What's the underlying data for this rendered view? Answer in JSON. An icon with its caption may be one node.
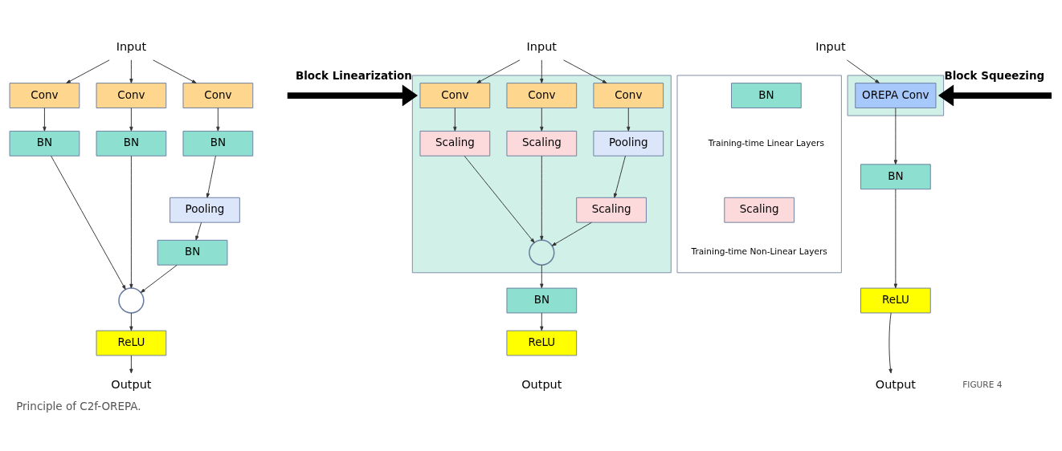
{
  "diagram": {
    "caption": "Principle of C2f-OREPA.",
    "nodes": [
      {
        "text": [
          "Input"
        ]
      },
      {
        "text": [
          "Conv"
        ]
      },
      {
        "text": [
          "Conv"
        ]
      },
      {
        "text": [
          "Conv"
        ]
      },
      {
        "text": [
          "BN"
        ]
      },
      {
        "text": [
          "BN"
        ]
      },
      {
        "text": [
          "BN"
        ]
      },
      {
        "text": [
          "Pooling"
        ]
      },
      {
        "text": [
          "BN"
        ]
      },
      {
        "text": [],
        "shape": "circle"
      },
      {
        "text": [
          "ReLU"
        ]
      },
      {
        "text": [
          "Output"
        ]
      },
      {
        "text": [
          "Input"
        ]
      },
      {
        "text": [],
        "shape": "box"
      },
      {
        "text": [
          "Conv"
        ],
        "in": 13
      },
      {
        "text": [
          "Conv"
        ],
        "in": 13
      },
      {
        "text": [
          "Conv"
        ],
        "in": 13
      },
      {
        "text": [
          "Scaling"
        ],
        "in": 13
      },
      {
        "text": [
          "Scaling"
        ],
        "in": 13
      },
      {
        "text": [
          "Pooling"
        ],
        "in": 13
      },
      {
        "text": [
          "Scaling"
        ],
        "in": 13
      },
      {
        "text": [],
        "shape": "circle",
        "in": 13
      },
      {
        "text": [
          "BN"
        ]
      },
      {
        "text": [
          "ReLU"
        ]
      },
      {
        "text": [
          "Output"
        ]
      },
      {
        "text": [
          "Input"
        ]
      },
      {
        "text": [],
        "shape": "box"
      },
      {
        "text": [
          "OREPA Conv"
        ],
        "in": 26
      },
      {
        "text": [
          "BN"
        ]
      },
      {
        "text": [
          "ReLU"
        ]
      },
      {
        "text": [
          "Output"
        ]
      },
      {
        "text": [],
        "shape": "box"
      },
      {
        "text": [
          "BN"
        ],
        "in": 31,
        "beside": [
          "Training-time Linear Layers"
        ]
      },
      {
        "text": [
          "Scaling"
        ],
        "in": 31,
        "beside": [
          "Training-time Non-Linear Layers"
        ]
      }
    ],
    "edges": [
      {
        "from": 0,
        "to": 1,
        "arrow": "to"
      },
      {
        "from": 0,
        "to": 2,
        "arrow": "to"
      },
      {
        "from": 0,
        "to": 3,
        "arrow": "to"
      },
      {
        "from": 1,
        "to": 4,
        "arrow": "to"
      },
      {
        "from": 2,
        "to": 5,
        "arrow": "to"
      },
      {
        "from": 3,
        "to": 6,
        "arrow": "to"
      },
      {
        "from": 6,
        "to": 7,
        "arrow": "to"
      },
      {
        "from": 7,
        "to": 8,
        "arrow": "to"
      },
      {
        "from": 4,
        "to": 9,
        "arrow": "to"
      },
      {
        "from": 5,
        "to": 9,
        "arrow": "to"
      },
      {
        "from": 8,
        "to": 9,
        "arrow": "to"
      },
      {
        "from": 9,
        "to": 10,
        "arrow": "to"
      },
      {
        "from": 10,
        "to": 11,
        "arrow": "to"
      },
      {
        "from": null,
        "to": 13,
        "arrow": "to",
        "label": "Block Linearization",
        "style": "thick"
      },
      {
        "from": 12,
        "to": 14,
        "arrow": "to"
      },
      {
        "from": 12,
        "to": 15,
        "arrow": "to"
      },
      {
        "from": 12,
        "to": 16,
        "arrow": "to"
      },
      {
        "from": 14,
        "to": 17,
        "arrow": "to"
      },
      {
        "from": 15,
        "to": 18,
        "arrow": "to"
      },
      {
        "from": 16,
        "to": 19,
        "arrow": "to"
      },
      {
        "from": 19,
        "to": 20,
        "arrow": "to"
      },
      {
        "from": 17,
        "to": 21,
        "arrow": "to"
      },
      {
        "from": 18,
        "to": 21,
        "arrow": "to"
      },
      {
        "from": 20,
        "to": 21,
        "arrow": "to"
      },
      {
        "from": 21,
        "to": 22,
        "arrow": "to"
      },
      {
        "from": 22,
        "to": 23,
        "arrow": "to"
      },
      {
        "from": null,
        "to": 26,
        "arrow": "to",
        "label": "Block Squeezing",
        "style": "thick"
      },
      {
        "from": 25,
        "to": 27,
        "arrow": "to"
      },
      {
        "from": 27,
        "to": 28,
        "arrow": "to"
      },
      {
        "from": 28,
        "to": 29,
        "arrow": "to"
      },
      {
        "from": 29,
        "to": 30,
        "arrow": "to"
      }
    ],
    "labels": [
      "FIGURE 4"
    ]
  }
}
